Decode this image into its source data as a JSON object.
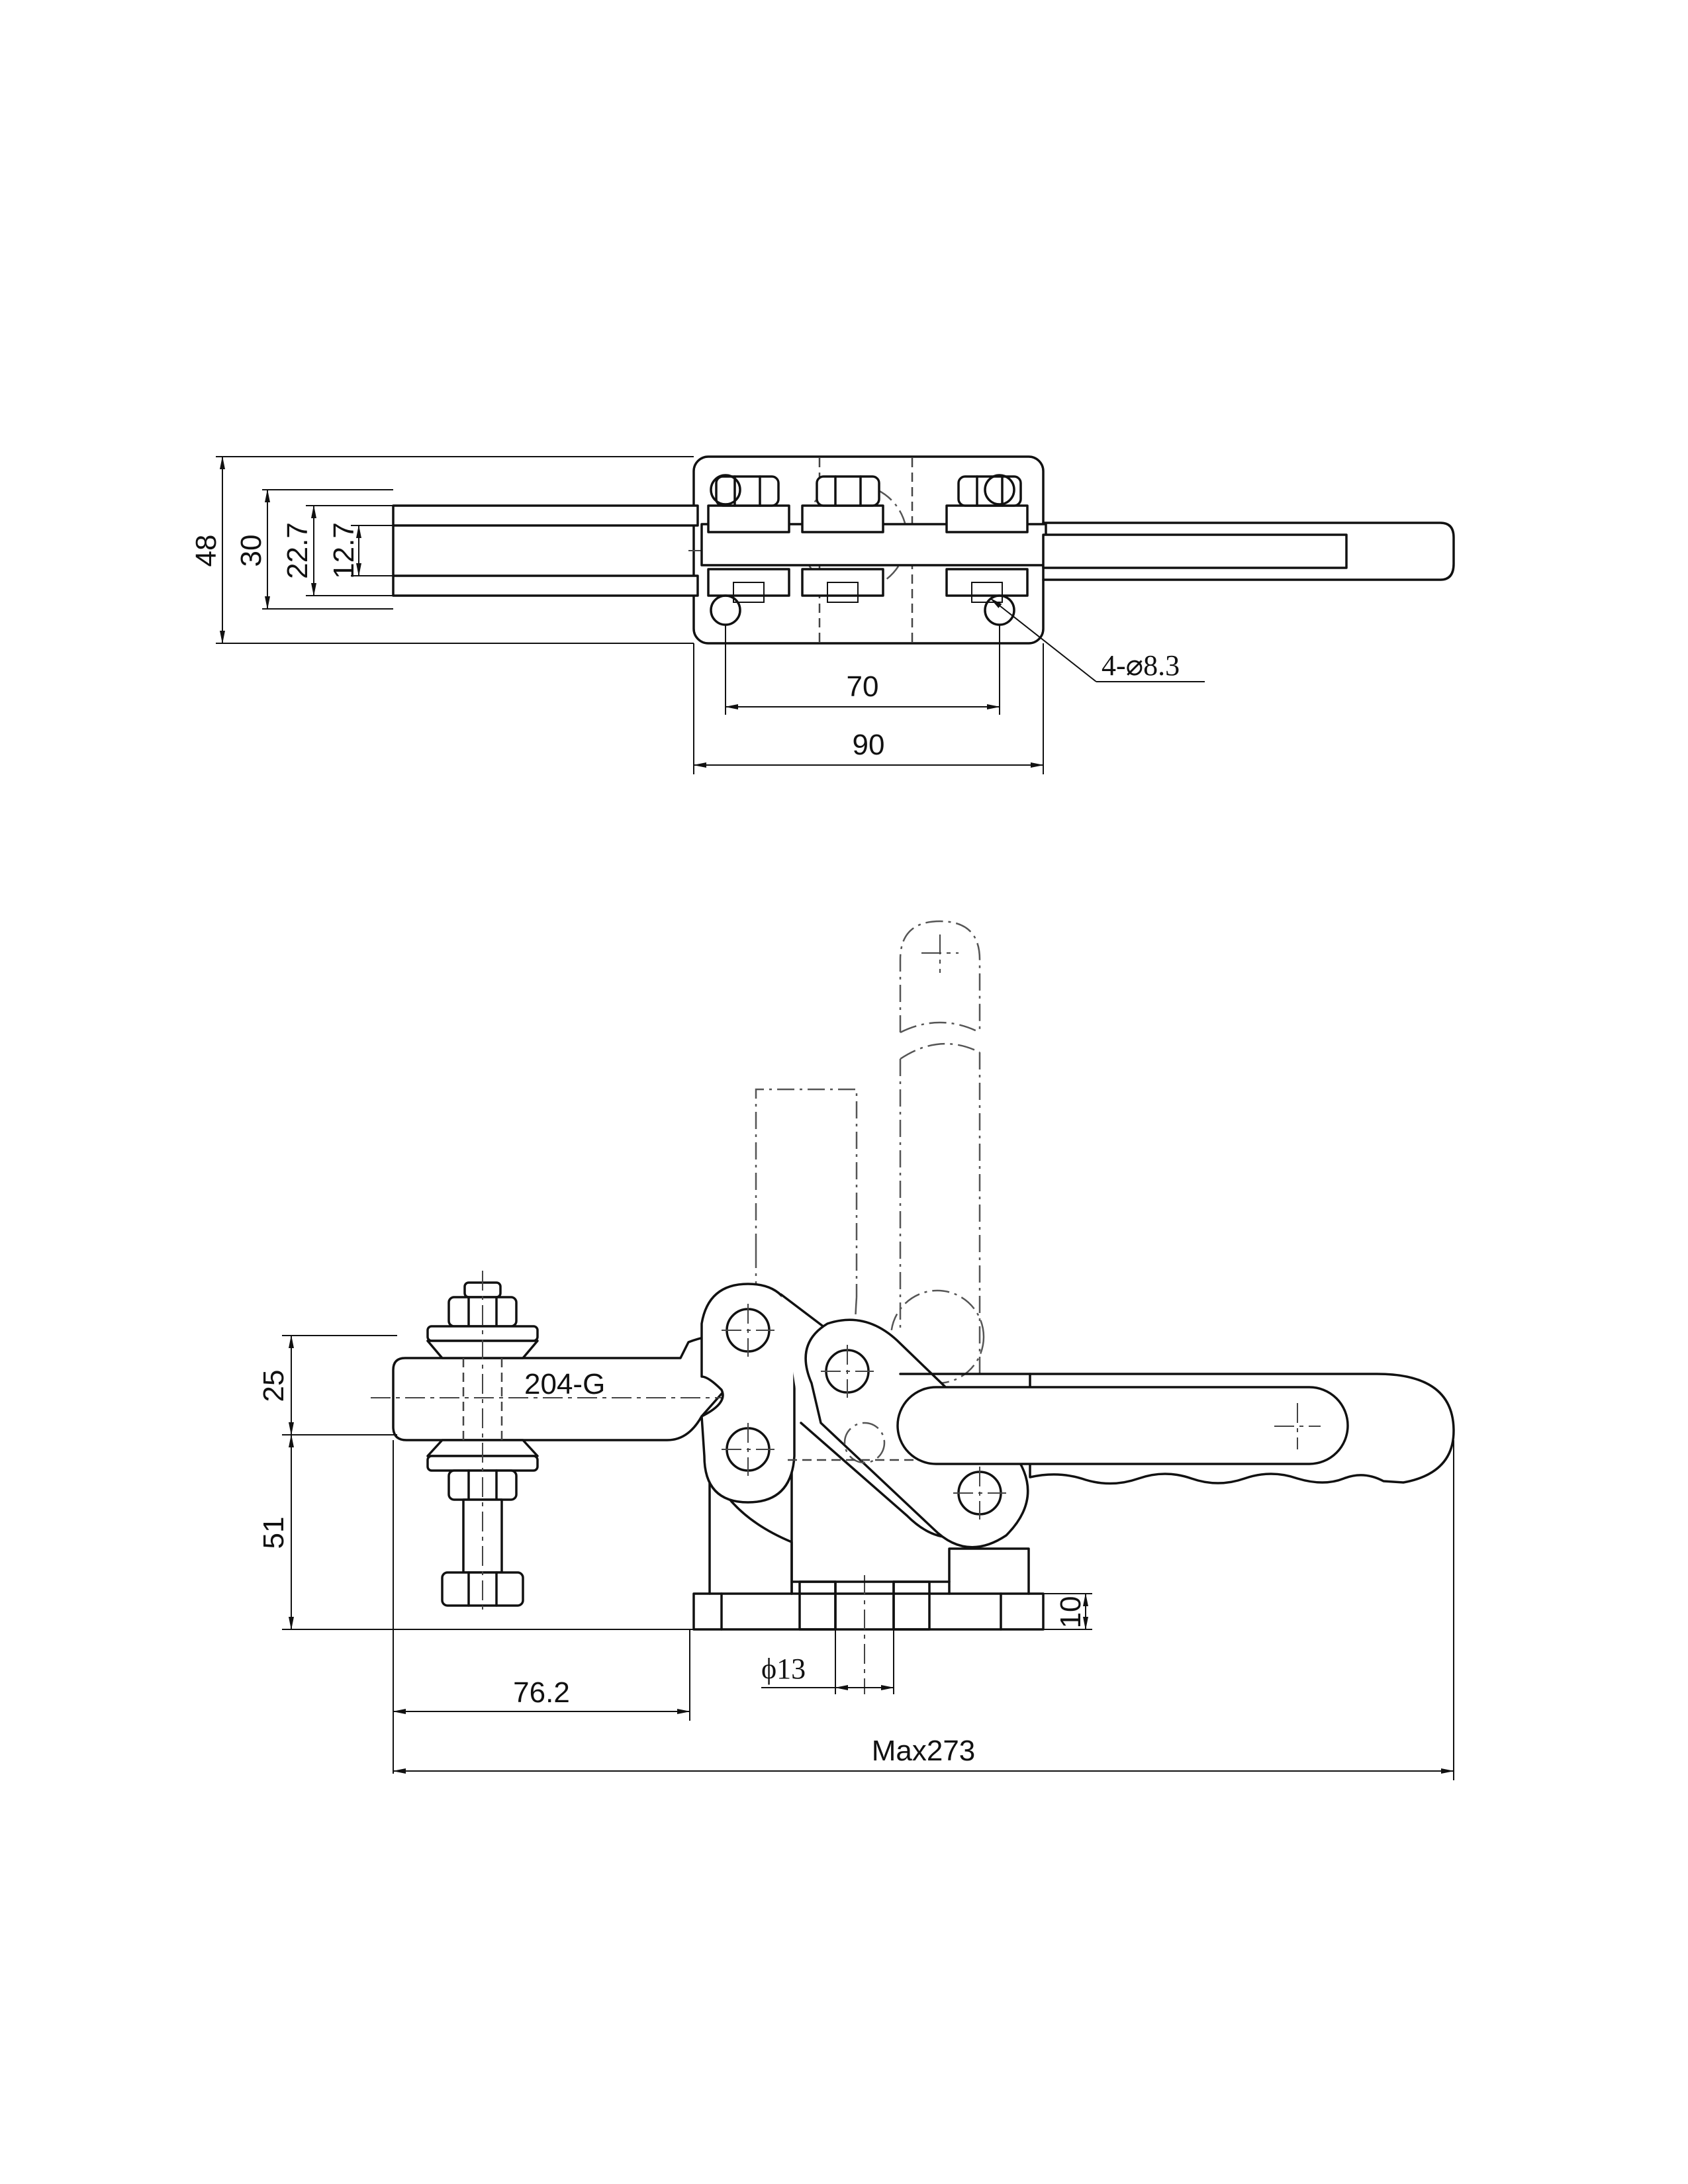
{
  "top_view": {
    "dims": {
      "d48": "48",
      "d30": "30",
      "d22_7": "22.7",
      "d12_7": "12.7",
      "d70": "70",
      "d90": "90",
      "holes": "4-⌀8.3"
    }
  },
  "side_view": {
    "model": "204-G",
    "dims": {
      "d25": "25",
      "d51": "51",
      "d10": "10",
      "d13": "ϕ13",
      "d76_2": "76.2",
      "max": "Max273"
    }
  }
}
